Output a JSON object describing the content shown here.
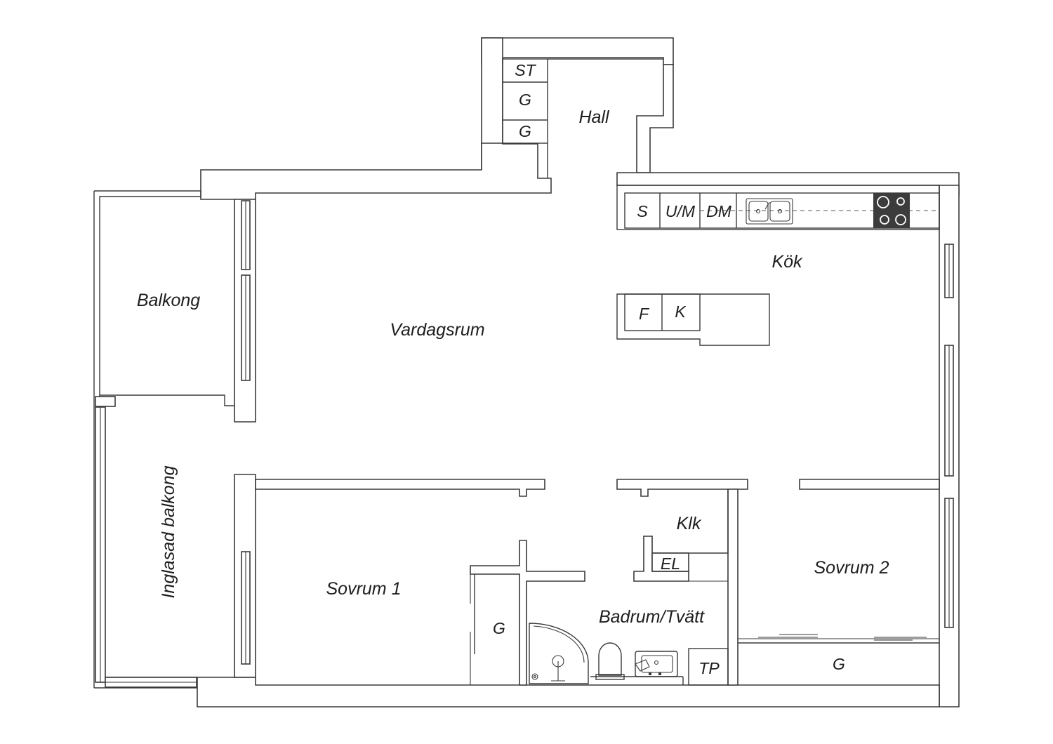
{
  "rooms": {
    "hall": "Hall",
    "kok": "Kök",
    "vardagsrum": "Vardagsrum",
    "balkong": "Balkong",
    "inglasad_balkong": "Inglasad balkong",
    "sovrum1": "Sovrum 1",
    "sovrum2": "Sovrum 2",
    "badrum": "Badrum/Tvätt",
    "klk": "Klk"
  },
  "fixtures": {
    "st": "ST",
    "g_hall_1": "G",
    "g_hall_2": "G",
    "s": "S",
    "um": "U/M",
    "dm": "DM",
    "f": "F",
    "k": "K",
    "el": "EL",
    "g_sovrum1": "G",
    "g_sovrum2": "G",
    "tp": "TP"
  },
  "colors": {
    "wall": "#3a3a3a",
    "stove": "#3c3c3c"
  }
}
